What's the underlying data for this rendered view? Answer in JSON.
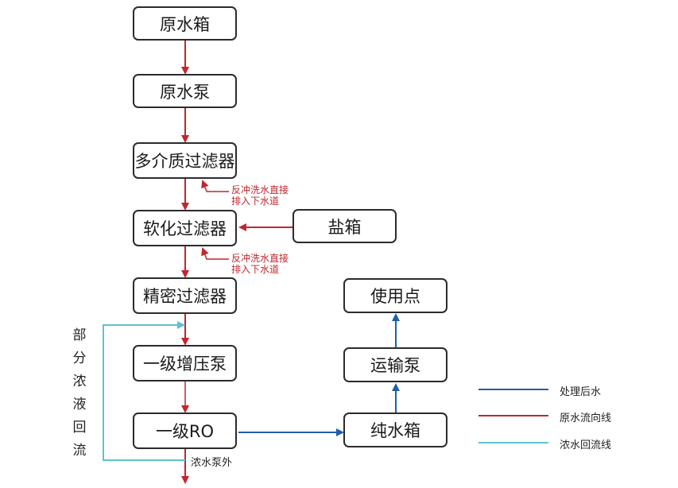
{
  "boxes": {
    "raw_tank": "原水箱",
    "raw_pump": "原水泵",
    "multimedia_filter": "多介质过滤器",
    "softener": "软化过滤器",
    "salt_tank": "盐箱",
    "precision_filter": "精密过滤器",
    "booster_pump": "一级增压泵",
    "ro": "一级RO",
    "pure_tank": "纯水箱",
    "transfer_pump": "运输泵",
    "use_point": "使用点"
  },
  "notes": {
    "backwash_1_line1": "反冲洗水直接",
    "backwash_1_line2": "排入下水道",
    "backwash_2_line1": "反冲洗水直接",
    "backwash_2_line2": "排入下水道",
    "concentrate_out": "浓水泵外"
  },
  "side_label": [
    "部",
    "分",
    "浓",
    "液",
    "回",
    "流"
  ],
  "legend": [
    {
      "label": "处理后水",
      "color": "#1f5fa8"
    },
    {
      "label": "原水流向线",
      "color": "#c0272d"
    },
    {
      "label": "浓水回流线",
      "color": "#5cc3cf"
    }
  ],
  "colors": {
    "raw": "#c0272d",
    "treated": "#1f5fa8",
    "reflux": "#5cc3cf",
    "border": "#2b2b2b"
  }
}
